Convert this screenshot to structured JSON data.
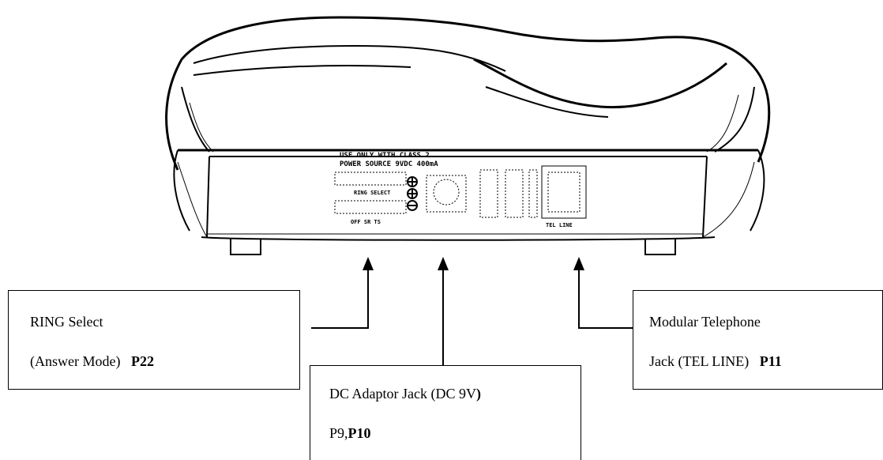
{
  "panel": {
    "label_line1": "USE ONLY WITH CLASS 2",
    "label_line2": "POWER SOURCE 9VDC 400mA",
    "ring_select": "RING SELECT",
    "modes": "OFF SR TS",
    "tel_line": "TEL LINE"
  },
  "callouts": {
    "ring": {
      "line1": "RING Select",
      "line2_text": "(Answer Mode)",
      "line2_page": "P22"
    },
    "dc": {
      "line1_text": "DC Adaptor Jack (DC 9V",
      "line1_bold": ")",
      "line2_text": "P9,",
      "line2_bold": "P10"
    },
    "tel": {
      "line1": "Modular Telephone",
      "line2_text": "Jack (TEL LINE)",
      "line2_page": "P11"
    }
  },
  "colors": {
    "stroke": "#000000",
    "background": "#ffffff"
  }
}
